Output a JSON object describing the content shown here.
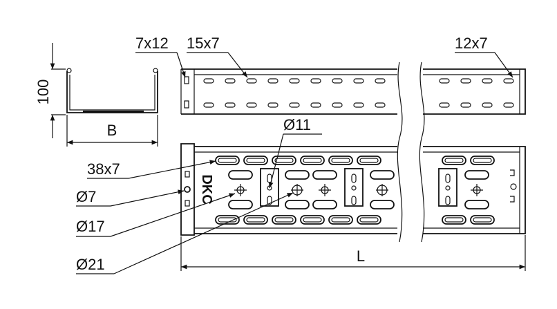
{
  "labels": {
    "slot_side_end": "7x12",
    "slot_side_main": "15x7",
    "slot_side_right": "12x7",
    "height": "100",
    "width": "B",
    "slot_bottom": "38x7",
    "hole_7": "Ø7",
    "hole_11": "Ø11",
    "hole_17": "Ø17",
    "hole_21": "Ø21",
    "length": "L"
  },
  "logo": "DKC"
}
